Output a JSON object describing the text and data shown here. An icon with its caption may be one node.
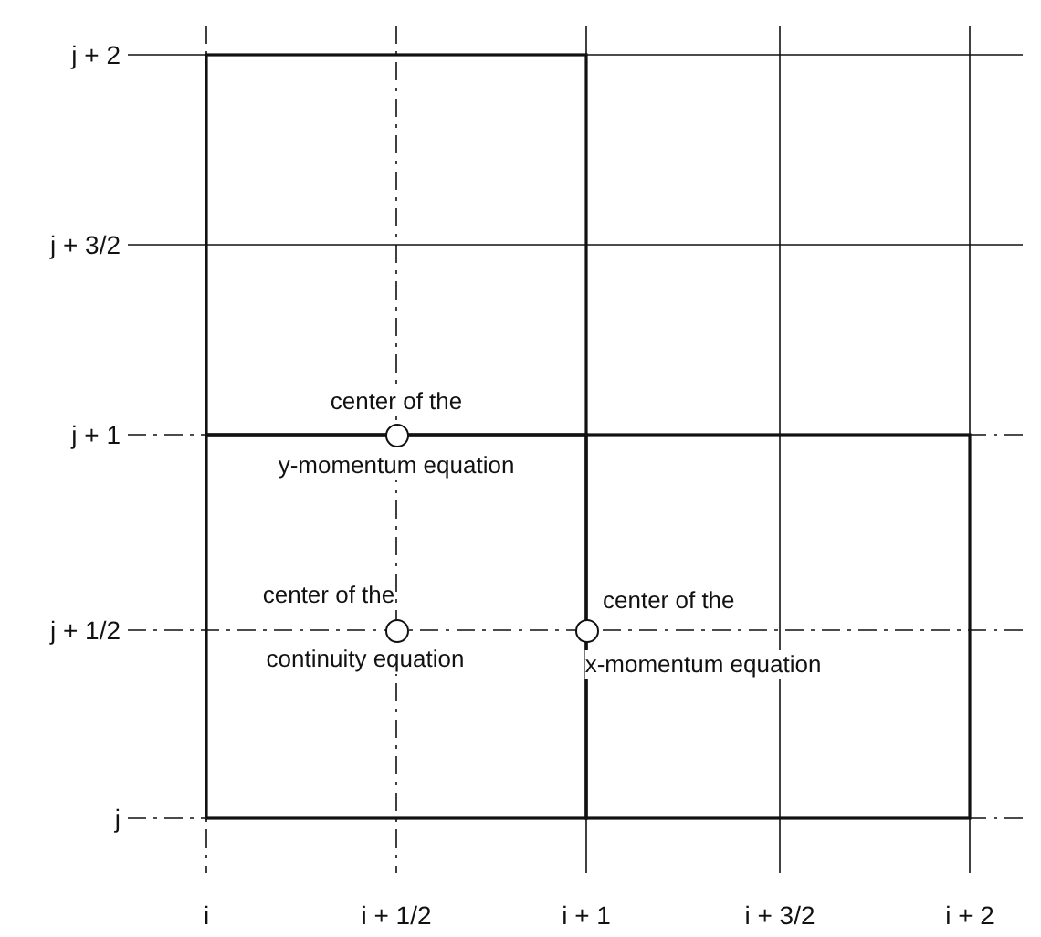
{
  "diagram": {
    "nodes": [
      {
        "text": [],
        "shape": "circle",
        "beside": [
          "center of the",
          "y-momentum equation"
        ]
      },
      {
        "text": [],
        "shape": "circle",
        "beside": [
          "center of the",
          "continuity equation"
        ]
      },
      {
        "text": [],
        "shape": "circle",
        "beside": [
          "center of the",
          "x-momentum equation"
        ]
      }
    ],
    "labels": [
      "j + 2",
      "j + 3/2",
      "j + 1",
      "j + 1/2",
      "j",
      "i",
      "i + 1/2",
      "i + 1",
      "i + 3/2",
      "i + 2"
    ]
  }
}
